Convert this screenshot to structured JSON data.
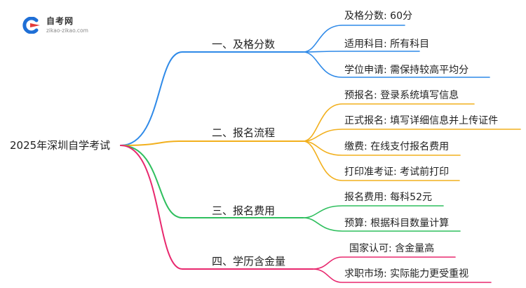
{
  "logo": {
    "title": "自考网",
    "url": "zikao-zikao.com"
  },
  "root": {
    "label": "2025年深圳自学考试"
  },
  "branches": [
    {
      "label": "一、及格分数",
      "color": "#2f8ae8",
      "leaves": [
        "及格分数: 60分",
        "适用科目: 所有科目",
        "学位申请: 需保持较高平均分"
      ]
    },
    {
      "label": "二、报名流程",
      "color": "#f2b01e",
      "leaves": [
        "预报名: 登录系统填写信息",
        "正式报名: 填写详细信息并上传证件",
        "缴费: 在线支付报名费用",
        "打印准考证: 考试前打印"
      ]
    },
    {
      "label": "三、报名费用",
      "color": "#2fbf5e",
      "leaves": [
        "报名费用: 每科52元",
        "预算: 根据科目数量计算"
      ]
    },
    {
      "label": "四、学历含金量",
      "color": "#e8286e",
      "leaves": [
        "国家认可: 含金量高",
        "求职市场: 实际能力更受重视"
      ]
    }
  ]
}
